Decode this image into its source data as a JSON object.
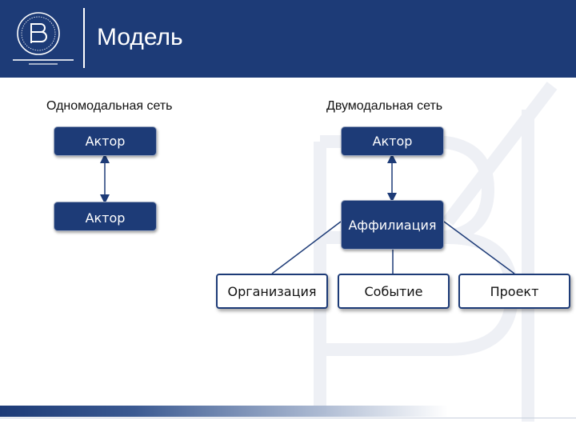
{
  "header": {
    "title": "Модель"
  },
  "left": {
    "title": "Одномодальная сеть",
    "actor_top": "Актор",
    "actor_bottom": "Актор"
  },
  "right": {
    "title": "Двумодальная сеть",
    "actor": "Актор",
    "affiliation": "Аффилиация",
    "organization": "Организация",
    "event": "Событие",
    "project": "Проект"
  },
  "colors": {
    "brand": "#1d3b77",
    "background": "#ffffff"
  }
}
